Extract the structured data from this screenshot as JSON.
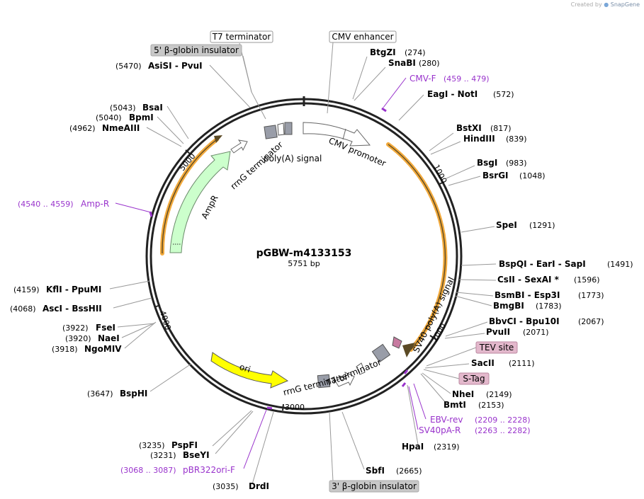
{
  "credit": {
    "created_by": "Created by",
    "brand": "SnapGene"
  },
  "plasmid": {
    "name": "pGBW-m4133153",
    "length_label": "5751 bp"
  },
  "ticks": [
    "1000",
    "2000",
    "3000",
    "4000",
    "5000"
  ],
  "features": {
    "cmv_promoter": "CMV promoter",
    "polya_signal": "poly(A) signal",
    "rrng_terminator_top": "rrnG terminator",
    "ampr": "AmpR",
    "sv40_polya": "SV40 poly(A) signal",
    "t7_terminator_bottom": "T7 terminator",
    "rrng_terminator_bottom": "rrnG terminator",
    "ori": "ori"
  },
  "boxed_labels": {
    "t7_terminator": "T7 terminator",
    "cmv_enhancer": "CMV enhancer",
    "beta_globin_5": "5' β-globin insulator",
    "beta_globin_3": "3' β-globin insulator",
    "tev_site": "TEV site",
    "s_tag": "S-Tag"
  },
  "sites": {
    "btgzi": {
      "name": "BtgZI",
      "pos": "(274)"
    },
    "snabi": {
      "name": "SnaBI",
      "pos": "(280)"
    },
    "eagi": {
      "name": "EagI  -  NotI",
      "pos": "(572)"
    },
    "bstxi": {
      "name": "BstXI",
      "pos": "(817)"
    },
    "hindiii": {
      "name": "HindIII",
      "pos": "(839)"
    },
    "bsgi": {
      "name": "BsgI",
      "pos": "(983)"
    },
    "bsrgi": {
      "name": "BsrGI",
      "pos": "(1048)"
    },
    "spei": {
      "name": "SpeI",
      "pos": "(1291)"
    },
    "bspqi": {
      "name": "BspQI  -  EarI  -  SapI",
      "pos": "(1491)"
    },
    "csii": {
      "name": "CsII  -  SexAI *",
      "pos": "(1596)"
    },
    "bsmbi": {
      "name": "BsmBI  -  Esp3I",
      "pos": "(1773)"
    },
    "bmgbi": {
      "name": "BmgBI",
      "pos": "(1783)"
    },
    "bbvci": {
      "name": "BbvCI  -  Bpu10I",
      "pos": "(2067)"
    },
    "pvuii": {
      "name": "PvuII",
      "pos": "(2071)"
    },
    "sacii": {
      "name": "SacII",
      "pos": "(2111)"
    },
    "nhei": {
      "name": "NheI",
      "pos": "(2149)"
    },
    "bmti": {
      "name": "BmtI",
      "pos": "(2153)"
    },
    "hpai": {
      "name": "HpaI",
      "pos": "(2319)"
    },
    "sbfi": {
      "name": "SbfI",
      "pos": "(2665)"
    },
    "drdi": {
      "name": "DrdI",
      "pos": "(3035)"
    },
    "bseyi": {
      "name": "BseYI",
      "pos": "(3231)"
    },
    "pspfi": {
      "name": "PspFI",
      "pos": "(3235)"
    },
    "bsphi": {
      "name": "BspHI",
      "pos": "(3647)"
    },
    "ngomiv": {
      "name": "NgoMIV",
      "pos": "(3918)"
    },
    "naei": {
      "name": "NaeI",
      "pos": "(3920)"
    },
    "fsei": {
      "name": "FseI",
      "pos": "(3922)"
    },
    "asci": {
      "name": "AscI  -  BssHII",
      "pos": "(4068)"
    },
    "kfli": {
      "name": "KflI  -  PpuMI",
      "pos": "(4159)"
    },
    "nmeaiii": {
      "name": "NmeAIII",
      "pos": "(4962)"
    },
    "bpmi": {
      "name": "BpmI",
      "pos": "(5040)"
    },
    "bsai": {
      "name": "BsaI",
      "pos": "(5043)"
    },
    "asisi": {
      "name": "AsiSI  -  PvuI",
      "pos": "(5470)"
    }
  },
  "primers": {
    "cmv_f": {
      "name": "CMV-F",
      "range": "(459 .. 479)"
    },
    "ebv_rev": {
      "name": "EBV-rev",
      "range": "(2209 .. 2228)"
    },
    "sv40pa_r": {
      "name": "SV40pA-R",
      "range": "(2263 .. 2282)"
    },
    "pbr322ori_f": {
      "name": "pBR322ori-F",
      "range": "(3068 .. 3087)"
    },
    "amp_r": {
      "name": "Amp-R",
      "range": "(4540 .. 4559)"
    }
  },
  "colors": {
    "backbone": "#222222",
    "orf_orange": "#f2a93b",
    "ampr_fill": "#ccffcc",
    "ori_fill": "#ffff00",
    "terminator_gray": "#999da8",
    "tag_pink": "#e3b8cc",
    "primer_purple": "#9933cc",
    "label_gray_box": "#c8c8c8"
  }
}
